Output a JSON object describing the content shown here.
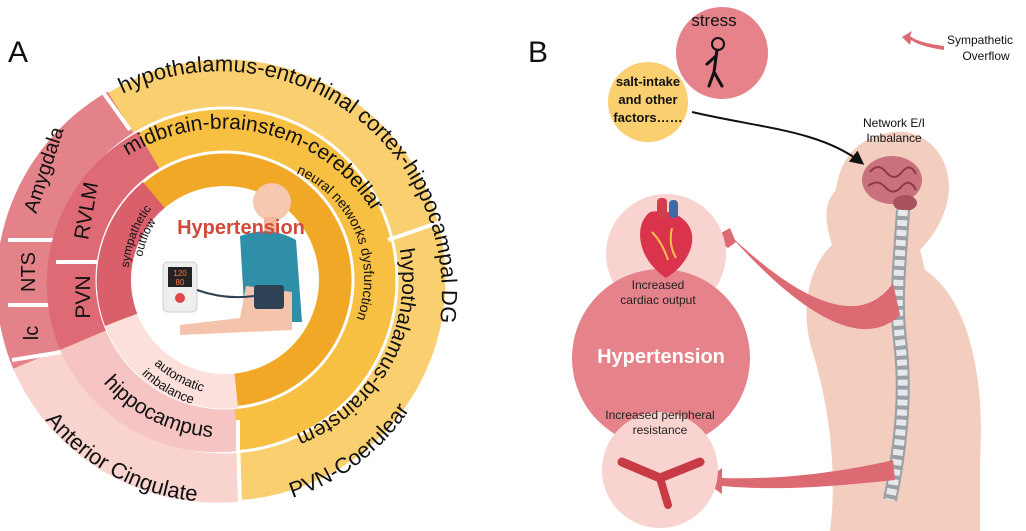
{
  "panel_a": {
    "label": "A",
    "center_title": "Hypertension",
    "outer_ring": {
      "top_arc": "hypothalamus-entorhinal cortex-hippocampal DG",
      "bottom_right_arc": "PVN-Coerulear",
      "bottom_left_arc": "Anterior Cingulate",
      "left_segments": [
        "Amygdala",
        "NTS",
        "lc"
      ]
    },
    "middle_ring": {
      "top_arc": "midbrain-brainstem-cerebellar",
      "right_arc": "hypothalamus-brainstem",
      "bottom_left_arc": "hippocampus",
      "left_segments": [
        "RVLM",
        "PVN"
      ]
    },
    "inner_ring": {
      "right_arc": "neural networks dysfunction",
      "left_arc_1": "sympathetic",
      "left_arc_2": "outflow",
      "bottom_left_1": "automatic",
      "bottom_left_2": "imbalance"
    },
    "monitor_readings": [
      "120",
      "80"
    ]
  },
  "panel_b": {
    "label": "B",
    "stress_label": "stress",
    "factors_lines": [
      "salt-intake",
      "and other",
      "factors……"
    ],
    "legend_label_lines": [
      "Sympathetic",
      "Overflow"
    ],
    "network_label_lines": [
      "Network E/I",
      "Imbalance"
    ],
    "hypertension_label": "Hypertension",
    "cardiac_lines": [
      "Increased",
      "cardiac output"
    ],
    "resistance_lines": [
      "Increased peripheral",
      "resistance"
    ]
  },
  "colors": {
    "outer_ring": "#f9cf6f",
    "middle_ring": "#f7c043",
    "inner_ring": "#f1a826",
    "red_dark": "#d9606b",
    "red_mid": "#e98c91",
    "red_light": "#f6c3c1",
    "pink_pale": "#fbe0dc",
    "title_red": "#d24a3c",
    "skin": "#f3cdbe"
  }
}
